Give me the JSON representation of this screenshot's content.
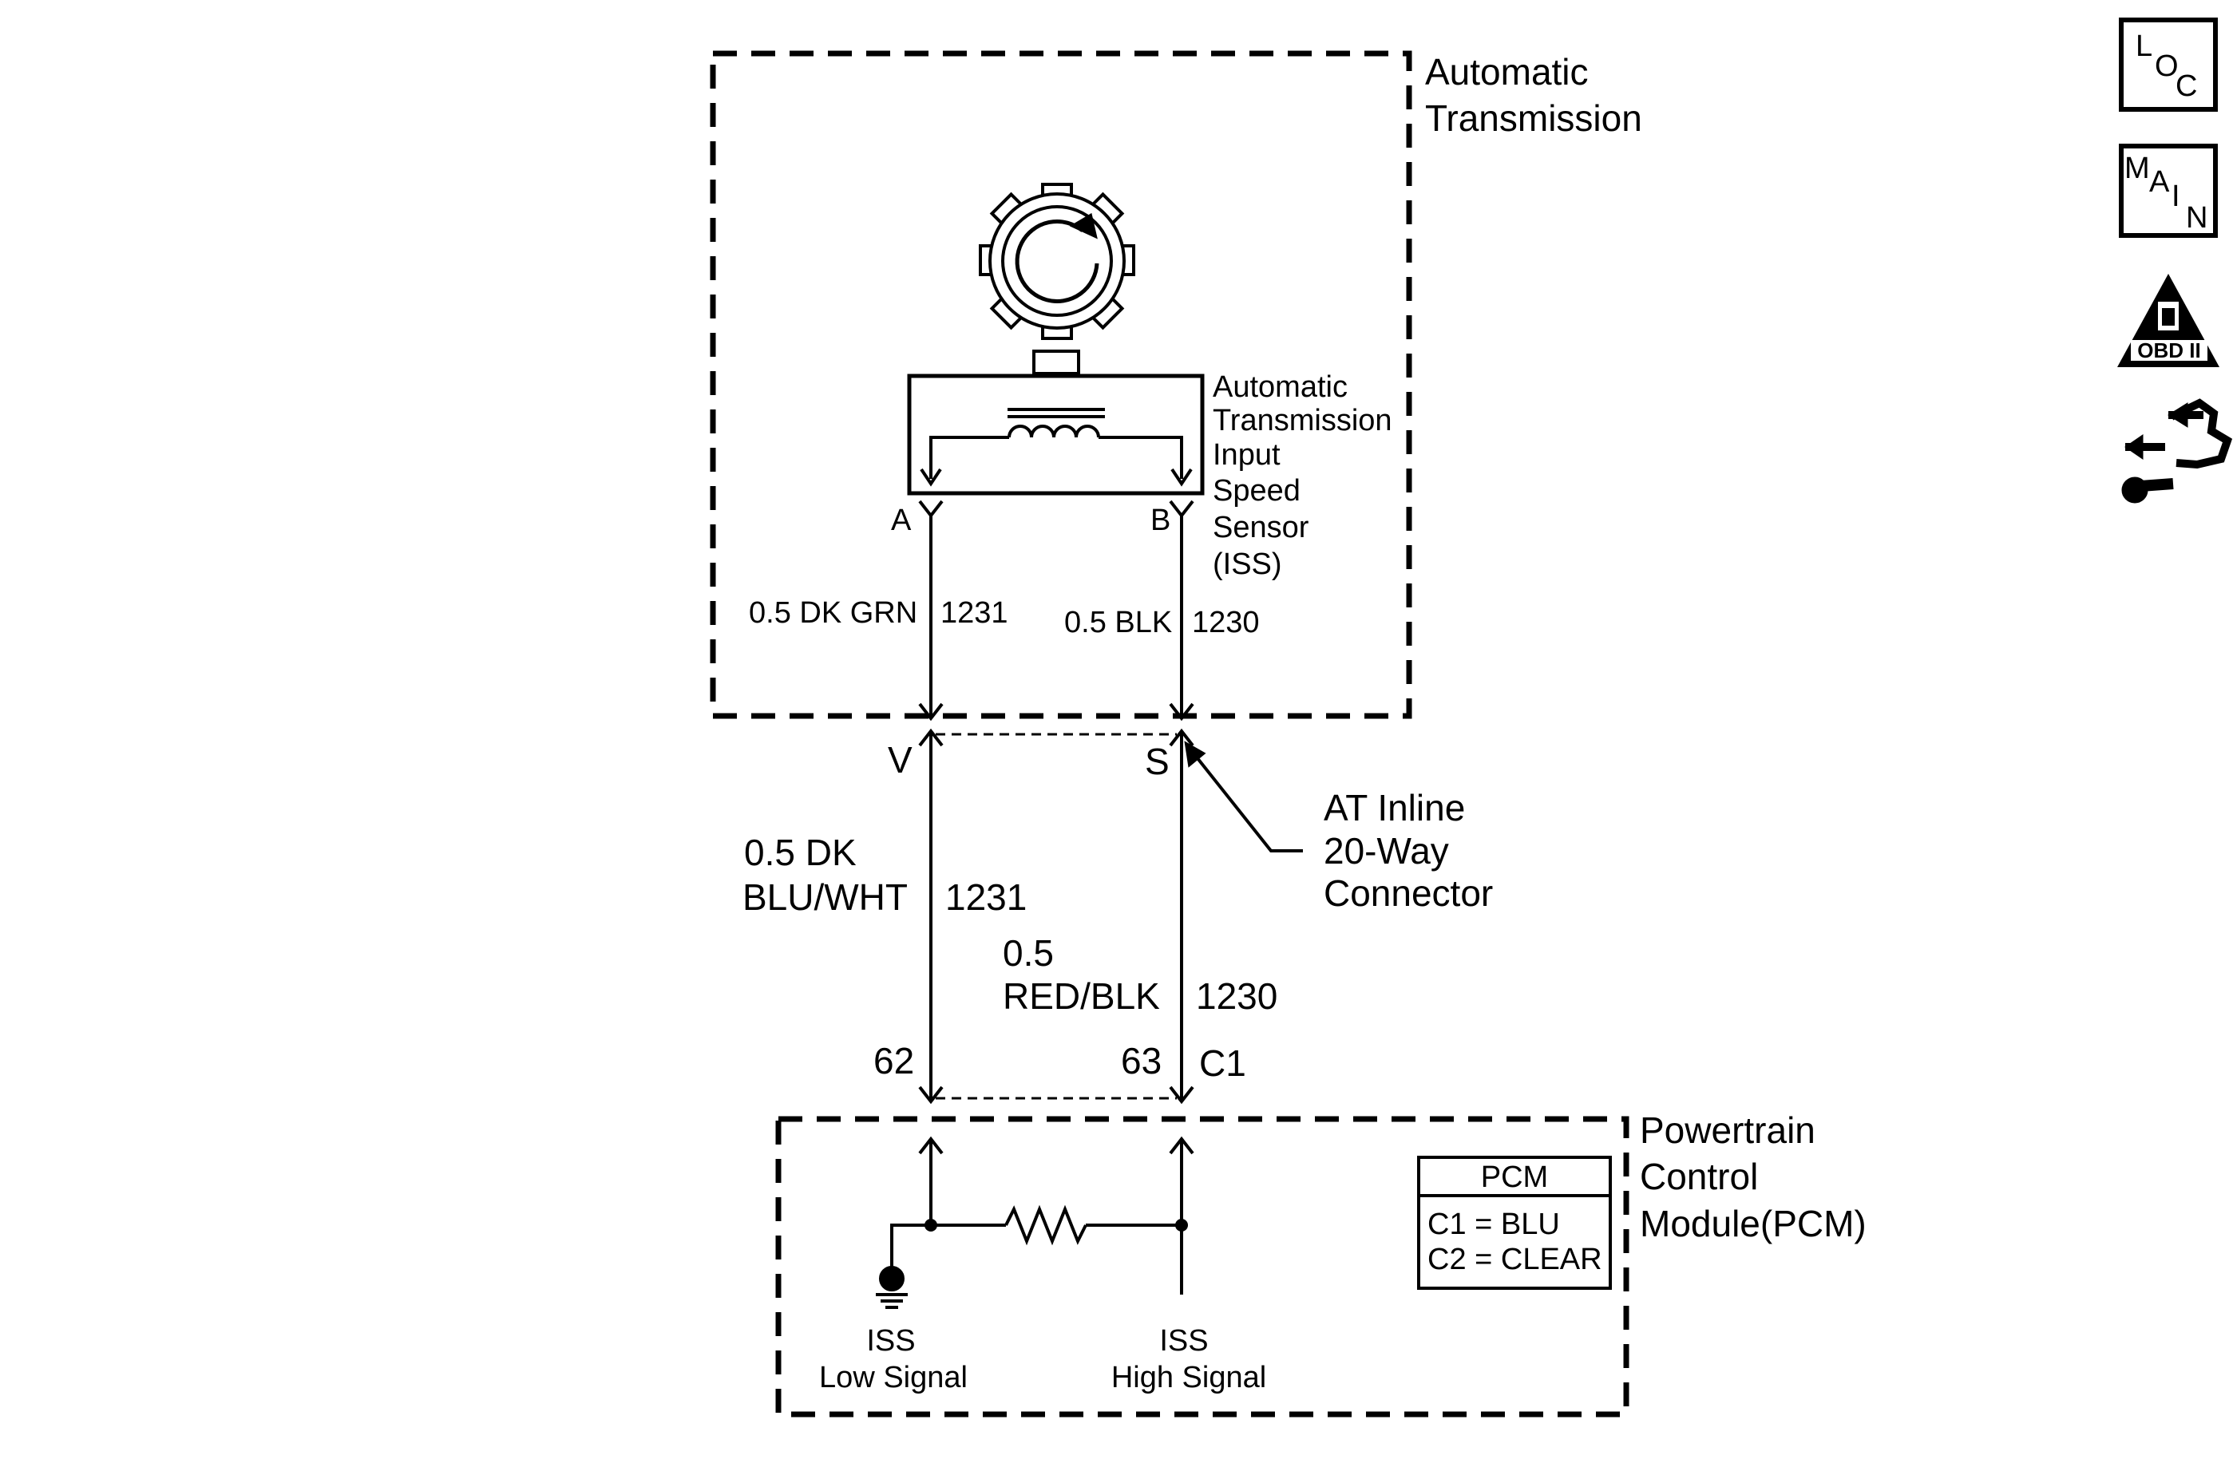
{
  "components": {
    "transmission": {
      "label_lines": [
        "Automatic",
        "Transmission"
      ]
    },
    "iss": {
      "label_lines": [
        "Automatic",
        "Transmission",
        "Input",
        "Speed",
        "Sensor",
        "(ISS)"
      ]
    },
    "pcm": {
      "label_lines": [
        "Powertrain",
        "Control",
        "Module(PCM)"
      ]
    },
    "inline_connector": {
      "label_lines": [
        "AT Inline",
        "20-Way",
        "Connector"
      ]
    }
  },
  "pins": {
    "sensor_a": "A",
    "sensor_b": "B",
    "inline_v": "V",
    "inline_s": "S",
    "pcm_62": "62",
    "pcm_63": "63",
    "pcm_connector": "C1"
  },
  "wires": {
    "sensor_a": {
      "label": "0.5 DK GRN",
      "circuit": "1231"
    },
    "sensor_b": {
      "label": "0.5 BLK",
      "circuit": "1230"
    },
    "harness_v": {
      "label_lines": [
        "0.5 DK",
        "BLU/WHT"
      ],
      "circuit": "1231"
    },
    "harness_s": {
      "label_lines": [
        "0.5",
        "RED/BLK"
      ],
      "circuit": "1230"
    }
  },
  "pcm_signals": {
    "low": [
      "ISS",
      "Low Signal"
    ],
    "high": [
      "ISS",
      "High Signal"
    ]
  },
  "pcm_table": {
    "header": "PCM",
    "rows": [
      "C1 = BLU",
      "C2 = CLEAR"
    ]
  },
  "nav_icons": [
    {
      "icon": "loc-icon",
      "letters": [
        "L",
        "O",
        "C"
      ]
    },
    {
      "icon": "main-icon",
      "letters": [
        "M",
        "A",
        "I",
        "N"
      ]
    },
    {
      "icon": "obd-ii-icon",
      "letters": [
        "II",
        "OBD II"
      ]
    },
    {
      "icon": "connector-repair-icon"
    }
  ]
}
